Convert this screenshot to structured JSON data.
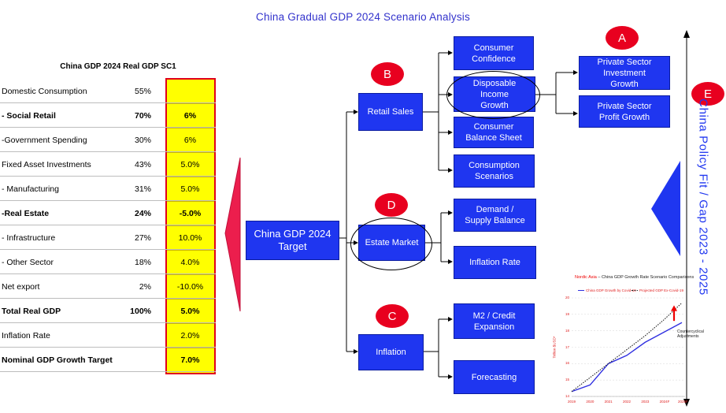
{
  "title": "China Gradual GDP 2024 Scenario Analysis",
  "table": {
    "title": "China GDP 2024 Real GDP SC1",
    "rows": [
      {
        "name": "Domestic Consumption",
        "pct": "55%",
        "value": "",
        "bold": false
      },
      {
        "name": "- Social Retail",
        "pct": "70%",
        "value": "6%",
        "bold": true
      },
      {
        "name": " -Government Spending",
        "pct": "30%",
        "value": "6%",
        "bold": false
      },
      {
        "name": "Fixed Asset Investments",
        "pct": "43%",
        "value": "5.0%",
        "bold": false
      },
      {
        "name": " - Manufacturing",
        "pct": "31%",
        "value": "5.0%",
        "bold": false
      },
      {
        "name": "-Real Estate",
        "pct": "24%",
        "value": "-5.0%",
        "bold": true
      },
      {
        "name": " - Infrastructure",
        "pct": "27%",
        "value": "10.0%",
        "bold": false
      },
      {
        "name": " - Other Sector",
        "pct": "18%",
        "value": "4.0%",
        "bold": false
      },
      {
        "name": "Net export",
        "pct": "2%",
        "value": "-10.0%",
        "bold": false
      },
      {
        "name": "Total Real GDP",
        "pct": "100%",
        "value": "5.0%",
        "bold": true
      },
      {
        "name": "Inflation Rate",
        "pct": "",
        "value": "2.0%",
        "bold": false
      },
      {
        "name": "Nominal GDP Growth Target",
        "pct": "",
        "value": "7.0%",
        "bold": true
      }
    ]
  },
  "diagram": {
    "target": "China GDP 2024 Target",
    "retail_sales": "Retail Sales",
    "estate_market": "Estate Market",
    "inflation": "Inflation",
    "consumer_confidence": "Consumer Confidence",
    "disposable_income": "Disposable Income Growth",
    "consumer_balance_sheet": "Consumer Balance Sheet",
    "consumption_scenarios": "Consumption Scenarios",
    "demand_supply": "Demand / Supply Balance",
    "inflation_rate": "Inflation Rate",
    "m2_credit": "M2 / Credit Expansion",
    "forecasting": "Forecasting",
    "private_investment": "Private Sector Investment Growth",
    "private_profit": "Private Sector Profit Growth",
    "labels": {
      "a": "A",
      "b": "B",
      "c": "C",
      "d": "D",
      "e": "E"
    },
    "side_axis": "China Policy Fit / Gap 2023 - 2025"
  },
  "colors": {
    "box": "#1f36f0",
    "label": "#e8001f",
    "highlight": "#ffff00",
    "border": "#e0001b",
    "title": "#3333cc"
  },
  "chart_data": {
    "type": "line",
    "title_prefix": "Nordic Asia",
    "title": " – China GDP Growth Rate Scenario Comparisons",
    "x": [
      "2019",
      "2020",
      "2021",
      "2022",
      "2023",
      "2024F",
      "2025F"
    ],
    "ylim": [
      14,
      20
    ],
    "yticks": [
      "14",
      "15",
      "16",
      "17",
      "18",
      "19",
      "20"
    ],
    "ylabel": "Trillion $USD*",
    "series": [
      {
        "name": "China GDP Growth by Covid-19",
        "style": "solid",
        "color": "#3030e0",
        "values": [
          14.3,
          14.7,
          16.0,
          16.5,
          17.3,
          17.9,
          18.5
        ]
      },
      {
        "name": "Projected GDP Ex-Covid-19",
        "style": "dotted",
        "color": "#222222",
        "values": [
          14.3,
          15.15,
          16.0,
          16.85,
          17.7,
          18.65,
          19.7
        ]
      }
    ],
    "annotation": "Countercyclical Adjustments"
  }
}
